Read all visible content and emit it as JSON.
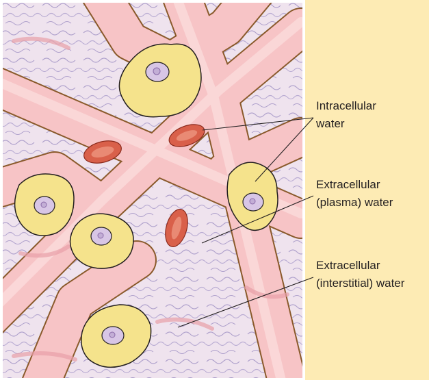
{
  "labels": {
    "intracellular": [
      "Intracellular",
      "water"
    ],
    "plasma": [
      "Extracellular",
      "(plasma) water"
    ],
    "interstitial": [
      "Extracellular",
      "(interstitial) water"
    ]
  },
  "colors": {
    "background": "#fdebb4",
    "tissue": "#f0e4ee",
    "capillary": "#f8c8c8",
    "capillary_outline": "#8a5a2b",
    "cell_fill": "#f5e38c",
    "nucleus": "#d8c6e6",
    "red_blood_cell": "#d9604a",
    "fiber": "#a89ac8"
  }
}
